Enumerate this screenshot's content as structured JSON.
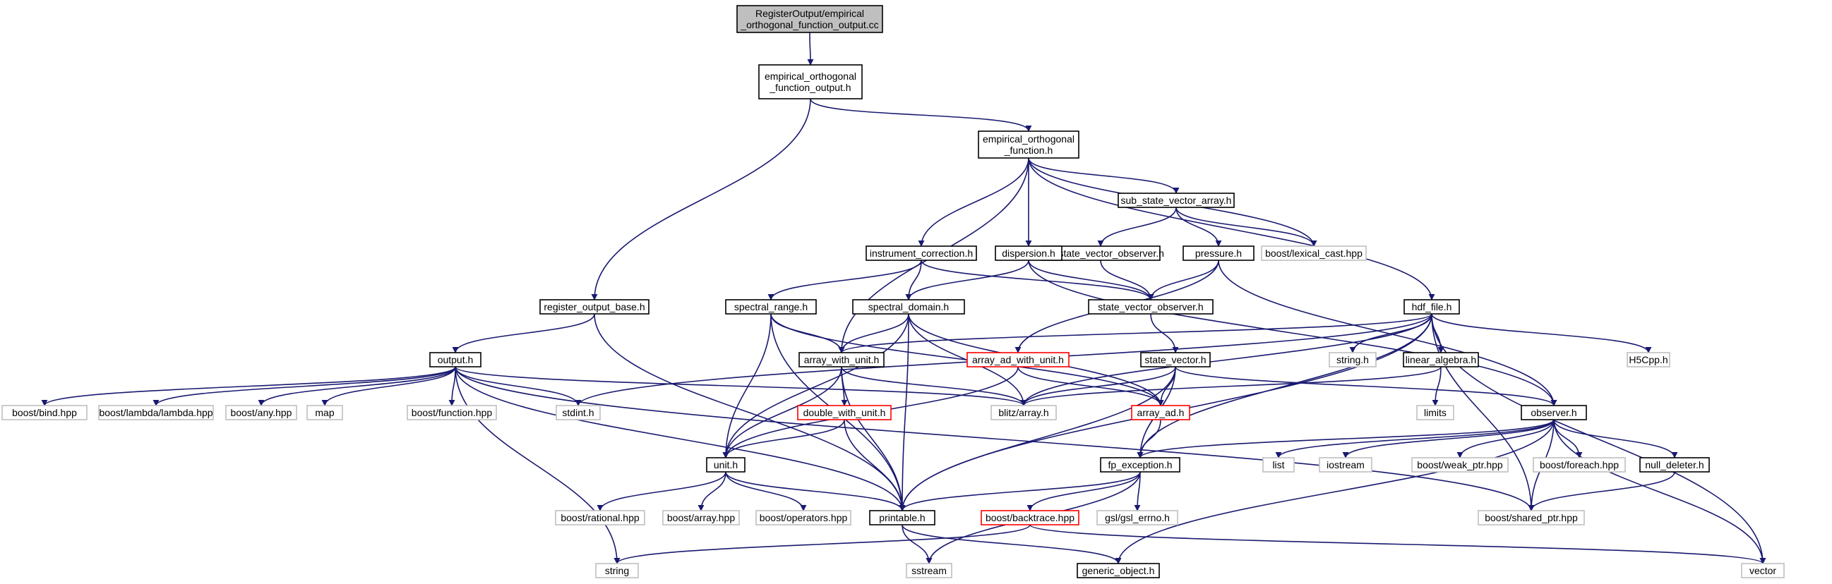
{
  "colors": {
    "edge": "#191970",
    "node_border": "#000000",
    "root_fill": "#bfbfbf",
    "system_border": "#bfbfbf",
    "incomplete_border": "#ff0000"
  },
  "nodes": [
    {
      "id": "root",
      "kind": "root",
      "lines": [
        "RegisterOutput/empirical",
        "_orthogonal_function_output.cc"
      ]
    },
    {
      "id": "eofo_h",
      "kind": "normal",
      "lines": [
        "empirical_orthogonal",
        "_function_output.h"
      ]
    },
    {
      "id": "eof_h",
      "kind": "normal",
      "lines": [
        "empirical_orthogonal",
        "_function.h"
      ]
    },
    {
      "id": "ssva_h",
      "kind": "normal",
      "lines": [
        "sub_state_vector_array.h"
      ]
    },
    {
      "id": "ssvo_h",
      "kind": "normal",
      "lines": [
        "sub_state_vector_observer.h"
      ]
    },
    {
      "id": "pressure_h",
      "kind": "normal",
      "lines": [
        "pressure.h"
      ]
    },
    {
      "id": "lexical",
      "kind": "system",
      "lines": [
        "boost/lexical_cast.hpp"
      ]
    },
    {
      "id": "instr_h",
      "kind": "normal",
      "lines": [
        "instrument_correction.h"
      ]
    },
    {
      "id": "disp_h",
      "kind": "normal",
      "lines": [
        "dispersion.h"
      ]
    },
    {
      "id": "rob_h",
      "kind": "normal",
      "lines": [
        "register_output_base.h"
      ]
    },
    {
      "id": "specrange_h",
      "kind": "normal",
      "lines": [
        "spectral_range.h"
      ]
    },
    {
      "id": "specdom_h",
      "kind": "normal",
      "lines": [
        "spectral_domain.h"
      ]
    },
    {
      "id": "svo_h",
      "kind": "normal",
      "lines": [
        "state_vector_observer.h"
      ]
    },
    {
      "id": "hdf_h",
      "kind": "normal",
      "lines": [
        "hdf_file.h"
      ]
    },
    {
      "id": "output_h",
      "kind": "normal",
      "lines": [
        "output.h"
      ]
    },
    {
      "id": "awu_h",
      "kind": "normal",
      "lines": [
        "array_with_unit.h"
      ]
    },
    {
      "id": "aadwu_h",
      "kind": "red",
      "lines": [
        "array_ad_with_unit.h"
      ]
    },
    {
      "id": "sv_h",
      "kind": "normal",
      "lines": [
        "state_vector.h"
      ]
    },
    {
      "id": "string_h",
      "kind": "system",
      "lines": [
        "string.h"
      ]
    },
    {
      "id": "linalg_h",
      "kind": "normal",
      "lines": [
        "linear_algebra.h"
      ]
    },
    {
      "id": "h5cpp",
      "kind": "system",
      "lines": [
        "H5Cpp.h"
      ]
    },
    {
      "id": "bind",
      "kind": "system",
      "lines": [
        "boost/bind.hpp"
      ]
    },
    {
      "id": "lambda",
      "kind": "system",
      "lines": [
        "boost/lambda/lambda.hpp"
      ]
    },
    {
      "id": "any",
      "kind": "system",
      "lines": [
        "boost/any.hpp"
      ]
    },
    {
      "id": "map",
      "kind": "system",
      "lines": [
        "map"
      ]
    },
    {
      "id": "function",
      "kind": "system",
      "lines": [
        "boost/function.hpp"
      ]
    },
    {
      "id": "stdint",
      "kind": "system",
      "lines": [
        "stdint.h"
      ]
    },
    {
      "id": "dwu_h",
      "kind": "red",
      "lines": [
        "double_with_unit.h"
      ]
    },
    {
      "id": "blitz",
      "kind": "system",
      "lines": [
        "blitz/array.h"
      ]
    },
    {
      "id": "arrayad_h",
      "kind": "red",
      "lines": [
        "array_ad.h"
      ]
    },
    {
      "id": "limits",
      "kind": "system",
      "lines": [
        "limits"
      ]
    },
    {
      "id": "observer_h",
      "kind": "normal",
      "lines": [
        "observer.h"
      ]
    },
    {
      "id": "unit_h",
      "kind": "normal",
      "lines": [
        "unit.h"
      ]
    },
    {
      "id": "fpe_h",
      "kind": "normal",
      "lines": [
        "fp_exception.h"
      ]
    },
    {
      "id": "list",
      "kind": "system",
      "lines": [
        "list"
      ]
    },
    {
      "id": "iostream",
      "kind": "system",
      "lines": [
        "iostream"
      ]
    },
    {
      "id": "weakptr",
      "kind": "system",
      "lines": [
        "boost/weak_ptr.hpp"
      ]
    },
    {
      "id": "foreach",
      "kind": "system",
      "lines": [
        "boost/foreach.hpp"
      ]
    },
    {
      "id": "nulldel_h",
      "kind": "normal",
      "lines": [
        "null_deleter.h"
      ]
    },
    {
      "id": "rational",
      "kind": "system",
      "lines": [
        "boost/rational.hpp"
      ]
    },
    {
      "id": "barray",
      "kind": "system",
      "lines": [
        "boost/array.hpp"
      ]
    },
    {
      "id": "operators",
      "kind": "system",
      "lines": [
        "boost/operators.hpp"
      ]
    },
    {
      "id": "printable_h",
      "kind": "normal",
      "lines": [
        "printable.h"
      ]
    },
    {
      "id": "backtrace",
      "kind": "red",
      "lines": [
        "boost/backtrace.hpp"
      ]
    },
    {
      "id": "gslerrno",
      "kind": "system",
      "lines": [
        "gsl/gsl_errno.h"
      ]
    },
    {
      "id": "sharedptr",
      "kind": "system",
      "lines": [
        "boost/shared_ptr.hpp"
      ]
    },
    {
      "id": "string",
      "kind": "system",
      "lines": [
        "string"
      ]
    },
    {
      "id": "sstream",
      "kind": "system",
      "lines": [
        "sstream"
      ]
    },
    {
      "id": "genobj_h",
      "kind": "normal",
      "lines": [
        "generic_object.h"
      ]
    },
    {
      "id": "vector",
      "kind": "system",
      "lines": [
        "vector"
      ]
    }
  ],
  "edges": [
    [
      "root",
      "eofo_h"
    ],
    [
      "eofo_h",
      "eof_h"
    ],
    [
      "eofo_h",
      "rob_h"
    ],
    [
      "eof_h",
      "ssva_h"
    ],
    [
      "eof_h",
      "lexical"
    ],
    [
      "eof_h",
      "instr_h"
    ],
    [
      "eof_h",
      "disp_h"
    ],
    [
      "eof_h",
      "hdf_h"
    ],
    [
      "eof_h",
      "awu_h"
    ],
    [
      "ssva_h",
      "ssvo_h"
    ],
    [
      "ssva_h",
      "pressure_h"
    ],
    [
      "ssva_h",
      "lexical"
    ],
    [
      "ssvo_h",
      "svo_h"
    ],
    [
      "pressure_h",
      "svo_h"
    ],
    [
      "pressure_h",
      "observer_h"
    ],
    [
      "pressure_h",
      "aadwu_h"
    ],
    [
      "instr_h",
      "specrange_h"
    ],
    [
      "instr_h",
      "specdom_h"
    ],
    [
      "instr_h",
      "svo_h"
    ],
    [
      "disp_h",
      "specdom_h"
    ],
    [
      "disp_h",
      "svo_h"
    ],
    [
      "disp_h",
      "observer_h"
    ],
    [
      "rob_h",
      "output_h"
    ],
    [
      "rob_h",
      "printable_h"
    ],
    [
      "specrange_h",
      "awu_h"
    ],
    [
      "specrange_h",
      "unit_h"
    ],
    [
      "specrange_h",
      "printable_h"
    ],
    [
      "specrange_h",
      "arrayad_h"
    ],
    [
      "specdom_h",
      "awu_h"
    ],
    [
      "specdom_h",
      "blitz"
    ],
    [
      "specdom_h",
      "unit_h"
    ],
    [
      "specdom_h",
      "printable_h"
    ],
    [
      "specdom_h",
      "arrayad_h"
    ],
    [
      "svo_h",
      "sv_h"
    ],
    [
      "hdf_h",
      "awu_h"
    ],
    [
      "hdf_h",
      "string_h"
    ],
    [
      "hdf_h",
      "linalg_h"
    ],
    [
      "hdf_h",
      "h5cpp"
    ],
    [
      "hdf_h",
      "blitz"
    ],
    [
      "hdf_h",
      "stdint"
    ],
    [
      "hdf_h",
      "printable_h"
    ],
    [
      "hdf_h",
      "fpe_h"
    ],
    [
      "hdf_h",
      "sharedptr"
    ],
    [
      "hdf_h",
      "vector"
    ],
    [
      "output_h",
      "bind"
    ],
    [
      "output_h",
      "lambda"
    ],
    [
      "output_h",
      "any"
    ],
    [
      "output_h",
      "map"
    ],
    [
      "output_h",
      "function"
    ],
    [
      "output_h",
      "stdint"
    ],
    [
      "output_h",
      "blitz"
    ],
    [
      "output_h",
      "printable_h"
    ],
    [
      "output_h",
      "string"
    ],
    [
      "output_h",
      "sharedptr"
    ],
    [
      "awu_h",
      "dwu_h"
    ],
    [
      "awu_h",
      "blitz"
    ],
    [
      "awu_h",
      "unit_h"
    ],
    [
      "awu_h",
      "printable_h"
    ],
    [
      "aadwu_h",
      "arrayad_h"
    ],
    [
      "aadwu_h",
      "unit_h"
    ],
    [
      "sv_h",
      "blitz"
    ],
    [
      "sv_h",
      "arrayad_h"
    ],
    [
      "sv_h",
      "observer_h"
    ],
    [
      "sv_h",
      "printable_h"
    ],
    [
      "sv_h",
      "fpe_h"
    ],
    [
      "linalg_h",
      "blitz"
    ],
    [
      "linalg_h",
      "limits"
    ],
    [
      "dwu_h",
      "unit_h"
    ],
    [
      "dwu_h",
      "printable_h"
    ],
    [
      "arrayad_h",
      "fpe_h"
    ],
    [
      "observer_h",
      "fpe_h"
    ],
    [
      "observer_h",
      "list"
    ],
    [
      "observer_h",
      "iostream"
    ],
    [
      "observer_h",
      "weakptr"
    ],
    [
      "observer_h",
      "foreach"
    ],
    [
      "observer_h",
      "nulldel_h"
    ],
    [
      "observer_h",
      "sharedptr"
    ],
    [
      "observer_h",
      "vector"
    ],
    [
      "observer_h",
      "genobj_h"
    ],
    [
      "unit_h",
      "rational"
    ],
    [
      "unit_h",
      "barray"
    ],
    [
      "unit_h",
      "operators"
    ],
    [
      "unit_h",
      "printable_h"
    ],
    [
      "fpe_h",
      "backtrace"
    ],
    [
      "fpe_h",
      "gslerrno"
    ],
    [
      "fpe_h",
      "printable_h"
    ],
    [
      "fpe_h",
      "sstream"
    ],
    [
      "nulldel_h",
      "sharedptr"
    ],
    [
      "printable_h",
      "sstream"
    ],
    [
      "printable_h",
      "genobj_h"
    ],
    [
      "backtrace",
      "string"
    ],
    [
      "backtrace",
      "vector"
    ]
  ]
}
